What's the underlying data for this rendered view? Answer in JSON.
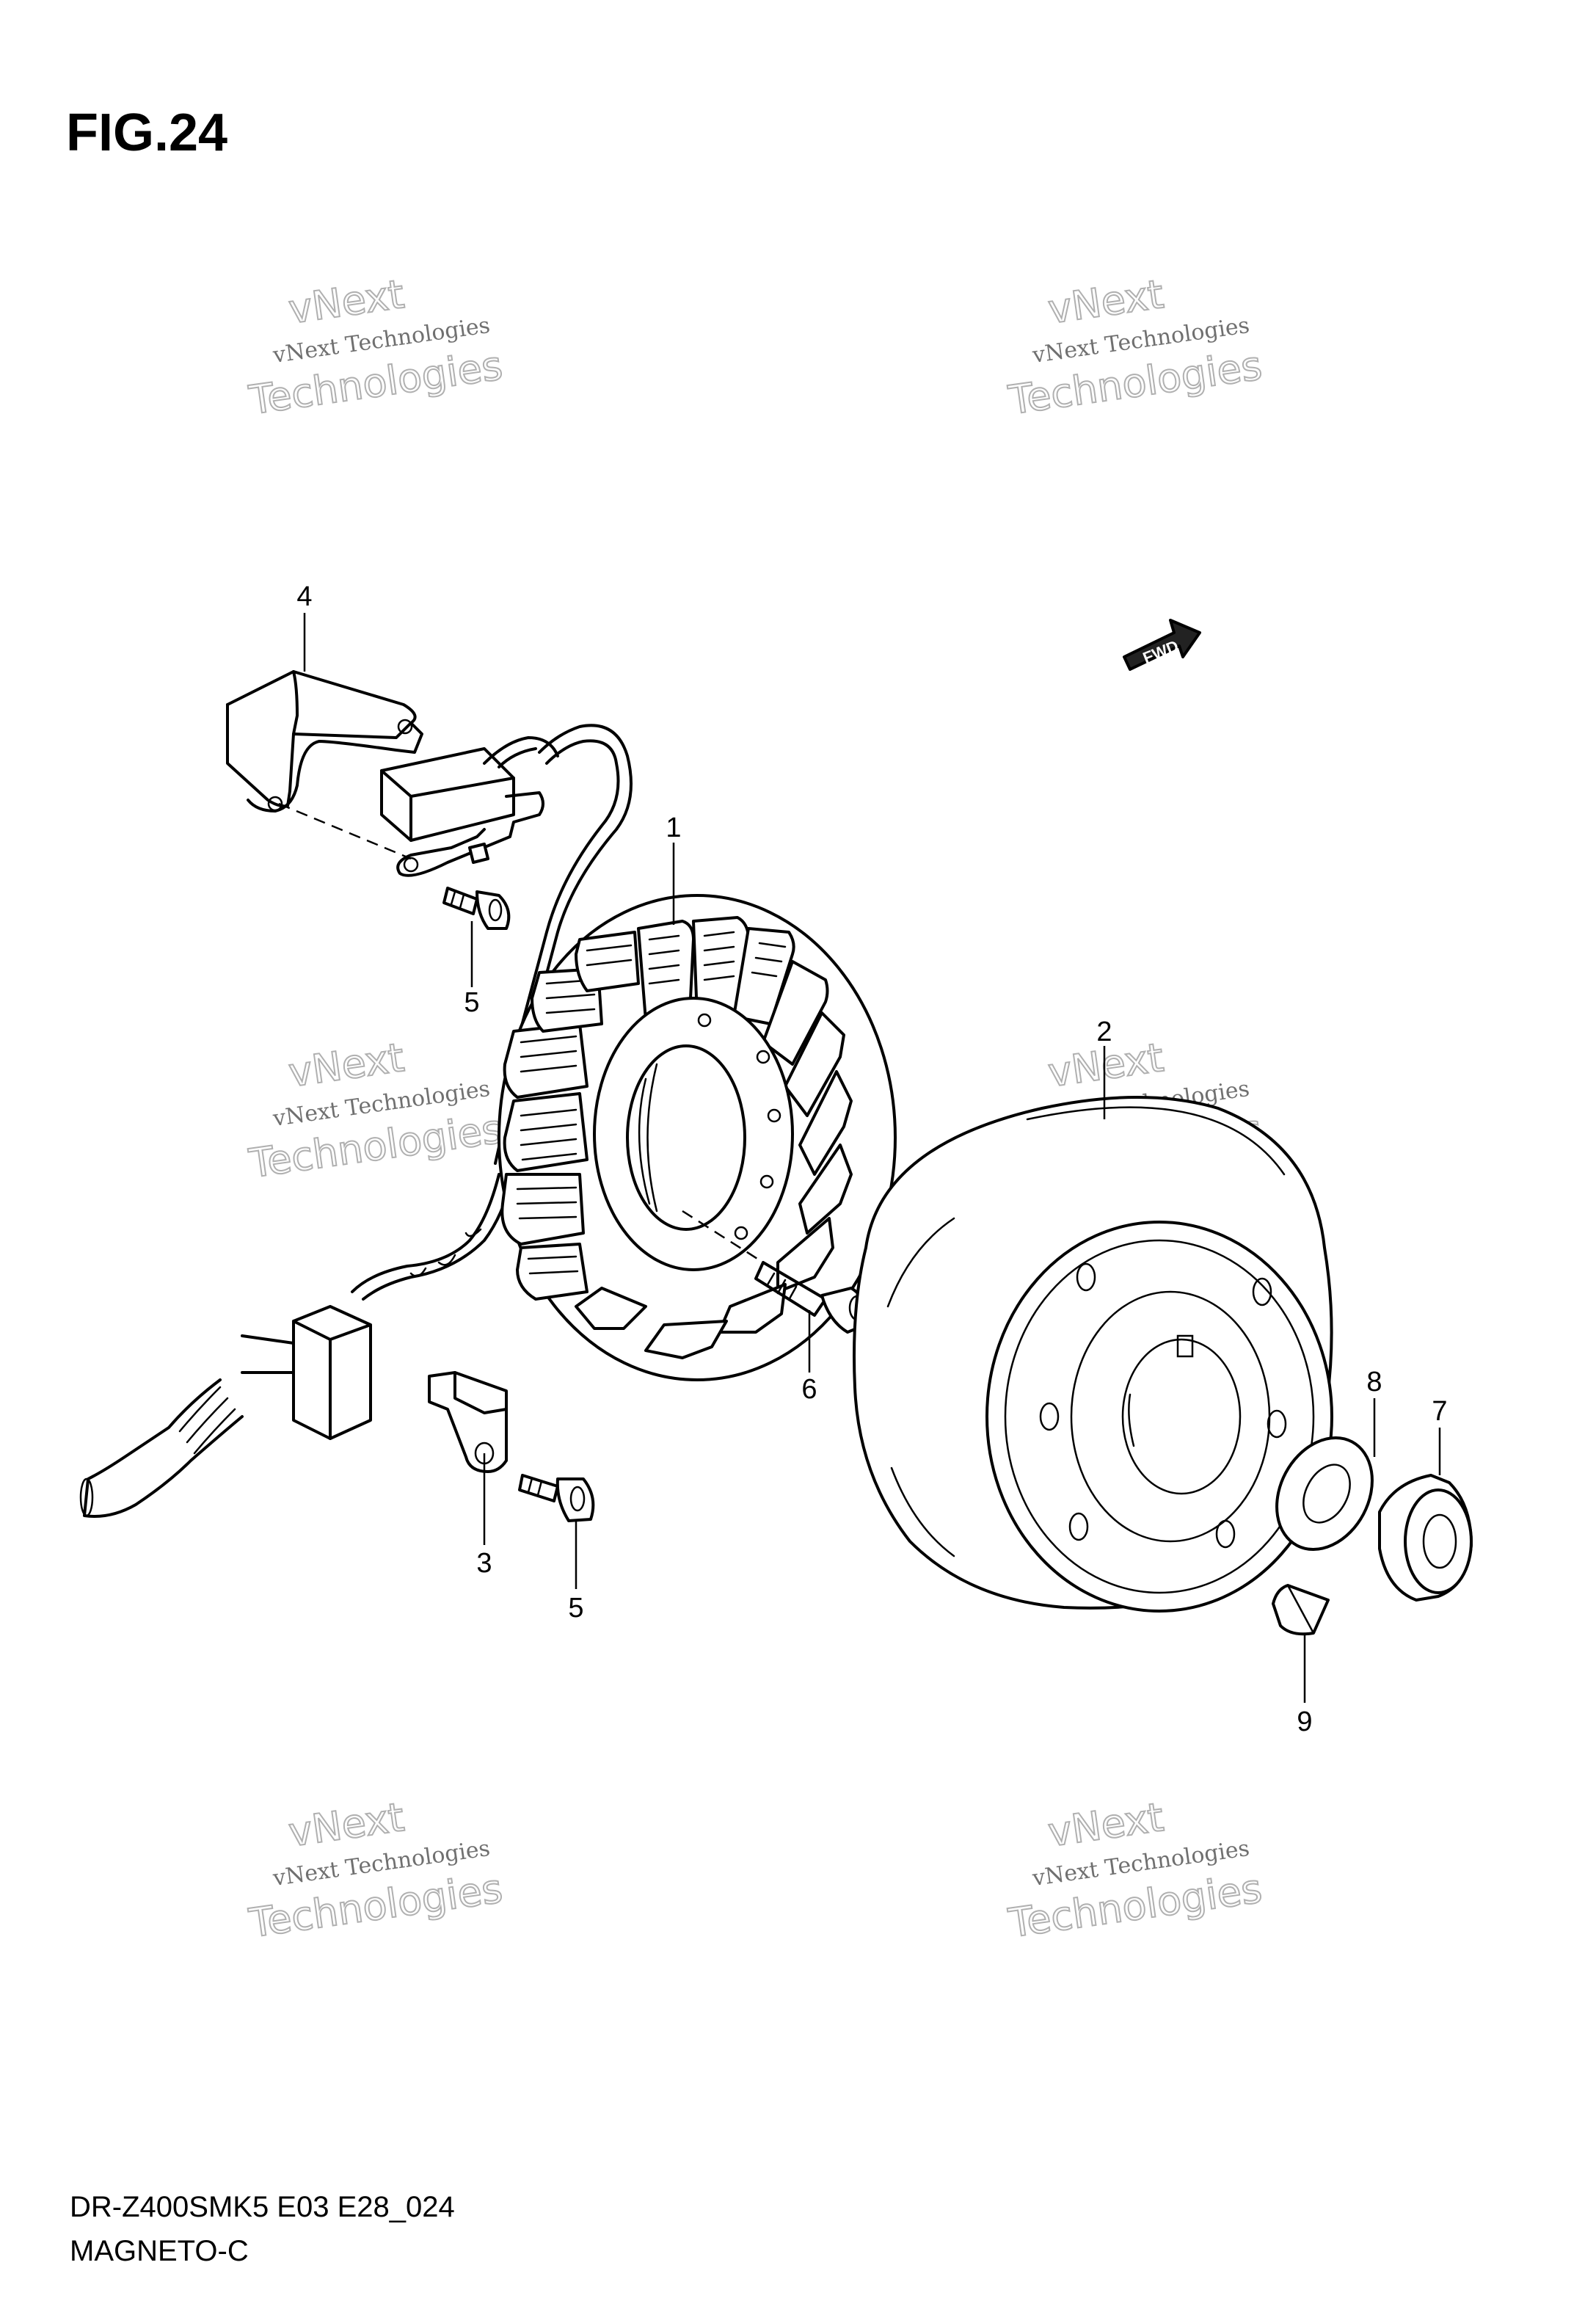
{
  "figure": {
    "title": "FIG.24"
  },
  "callouts": [
    {
      "id": "c1",
      "number": "1"
    },
    {
      "id": "c2",
      "number": "2"
    },
    {
      "id": "c3",
      "number": "3"
    },
    {
      "id": "c4",
      "number": "4"
    },
    {
      "id": "c5a",
      "number": "5"
    },
    {
      "id": "c5b",
      "number": "5"
    },
    {
      "id": "c6",
      "number": "6"
    },
    {
      "id": "c7",
      "number": "7"
    },
    {
      "id": "c8",
      "number": "8"
    },
    {
      "id": "c9",
      "number": "9"
    }
  ],
  "fwd_badge": {
    "label": "FWD"
  },
  "footer": {
    "code": "DR-Z400SMK5 E03 E28_024",
    "name": "MAGNETO-C"
  },
  "watermark": {
    "line1": "vNext Technologies",
    "line2": "vNext",
    "line3": "Technologies"
  }
}
